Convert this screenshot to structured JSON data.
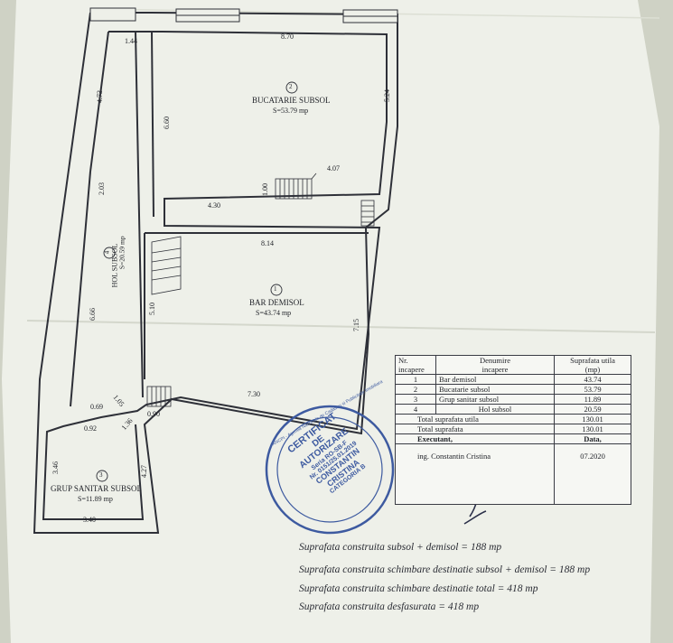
{
  "rooms": [
    {
      "number": "1",
      "name": "BAR DEMISOL",
      "area": "S=43.74 mp"
    },
    {
      "number": "2",
      "name": "BUCATARIE SUBSOL",
      "area": "S=53.79 mp"
    },
    {
      "number": "3",
      "name": "GRUP SANITAR SUBSOL",
      "area": "S=11.89 mp"
    },
    {
      "number": "4",
      "name": "HOL SUBSOL",
      "area": "S=20.59 mp"
    }
  ],
  "dimensions": {
    "d870": "8.70",
    "d144": "1.44",
    "d473": "4.73",
    "d524": "5.24",
    "d660": "6.60",
    "d407": "4.07",
    "d100": "1.00",
    "d203": "2.03",
    "d430": "4.30",
    "d814": "8.14",
    "d510": "5.10",
    "d666": "6.66",
    "d715": "7.15",
    "d730": "7.30",
    "d069": "0.69",
    "d105": "1.05",
    "d090": "0.90",
    "d092": "0.92",
    "d136": "1.36",
    "d346": "3.46",
    "d427": "4.27",
    "d340": "3.40"
  },
  "table": {
    "headers": {
      "nr": "Nr.\nincapere",
      "name": "Denumire\nincapere",
      "area": "Suprafata utila\n(mp)"
    },
    "rows": [
      {
        "nr": "1",
        "name": "Bar demisol",
        "area": "43.74"
      },
      {
        "nr": "2",
        "name": "Bucatarie subsol",
        "area": "53.79"
      },
      {
        "nr": "3",
        "name": "Grup sanitar subsol",
        "area": "11.89"
      },
      {
        "nr": "4",
        "name": "Hol subsol",
        "area": "20.59"
      }
    ],
    "total_util_label": "Total suprafata utila",
    "total_util_value": "130.01",
    "total_label": "Total suprafata",
    "total_value": "130.01",
    "executant_label": "Executant,",
    "data_label": "Data,",
    "engineer": "ing. Constantin Cristina",
    "date": "07.2020"
  },
  "stamp": {
    "outer_ring": "ANCPI - Agentia Nationala de Cadastru si Publicitate Imobiliara",
    "lines": [
      "CERTIFICAT",
      "DE",
      "AUTORIZARE",
      "Seria RO-SB-F",
      "Nr. 0151/25.01.2019",
      "CONSTANTIN",
      "CRISTINA",
      "CATEGORIA B"
    ]
  },
  "summary": [
    "Suprafata construita subsol + demisol = 188 mp",
    "Suprafata construita schimbare destinatie subsol + demisol = 188 mp",
    "Suprafata construita schimbare destinatie total = 418 mp",
    "Suprafata construita desfasurata = 418 mp"
  ],
  "colors": {
    "paper": "#f1f3ec",
    "ink": "#2b2d36",
    "stamp": "#3d5aa0",
    "table_bg": "#f6f7f3",
    "background": "#c9ccc0"
  }
}
